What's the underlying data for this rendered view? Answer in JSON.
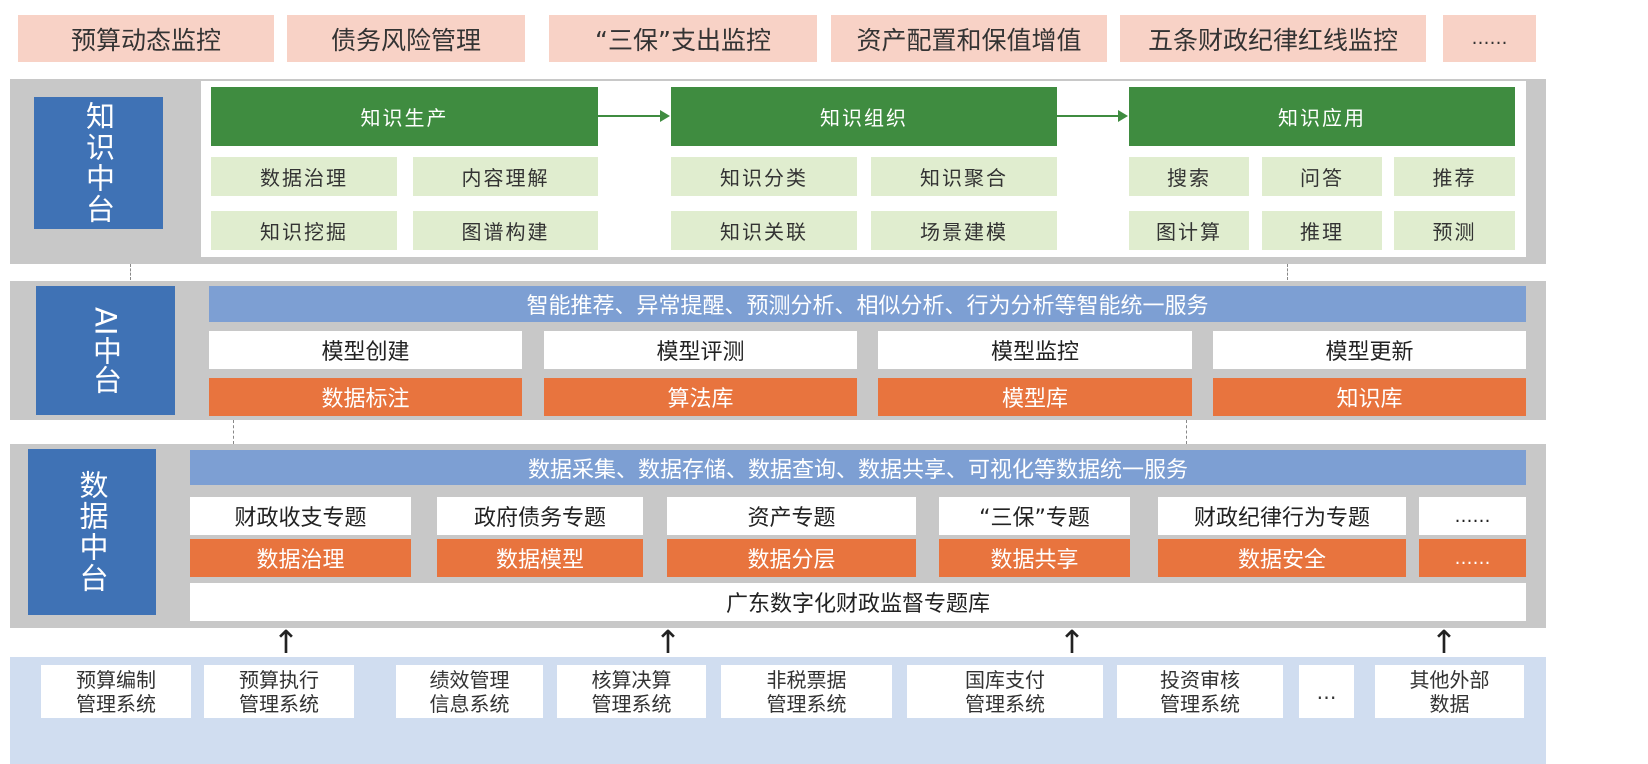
{
  "top_row": [
    "预算动态监控",
    "债务风险管理",
    "“三保”支出监控",
    "资产配置和保值增值",
    "五条财政纪律红线监控",
    "……"
  ],
  "knowledge": {
    "label": "知识中台",
    "stages": [
      {
        "title": "知识生产",
        "items": [
          "数据治理",
          "内容理解",
          "知识挖掘",
          "图谱构建"
        ]
      },
      {
        "title": "知识组织",
        "items": [
          "知识分类",
          "知识聚合",
          "知识关联",
          "场景建模"
        ]
      },
      {
        "title": "知识应用",
        "items": [
          "搜索",
          "问答",
          "推荐",
          "图计算",
          "推理",
          "预测"
        ]
      }
    ]
  },
  "ai": {
    "label_ai": "AI",
    "label_rest": "中台",
    "service": "智能推荐、异常提醒、预测分析、相似分析、行为分析等智能统一服务",
    "models": [
      "模型创建",
      "模型评测",
      "模型监控",
      "模型更新"
    ],
    "bases": [
      "数据标注",
      "算法库",
      "模型库",
      "知识库"
    ]
  },
  "data": {
    "label": "数据中台",
    "service": "数据采集、数据存储、数据查询、数据共享、可视化等数据统一服务",
    "topics": [
      "财政收支专题",
      "政府债务专题",
      "资产专题",
      "“三保”专题",
      "财政纪律行为专题",
      "……"
    ],
    "functions": [
      "数据治理",
      "数据模型",
      "数据分层",
      "数据共享",
      "数据安全",
      "……"
    ],
    "library": "广东数字化财政监督专题库"
  },
  "arrows": [
    "↑",
    "↑",
    "↑",
    "↑"
  ],
  "sources": [
    [
      "预算编制",
      "管理系统"
    ],
    [
      "预算执行",
      "管理系统"
    ],
    [
      "绩效管理",
      "信息系统"
    ],
    [
      "核算决算",
      "管理系统"
    ],
    [
      "非税票据",
      "管理系统"
    ],
    [
      "国库支付",
      "管理系统"
    ],
    [
      "投资审核",
      "管理系统"
    ],
    [
      "…",
      ""
    ],
    [
      "其他外部",
      "数据"
    ]
  ]
}
